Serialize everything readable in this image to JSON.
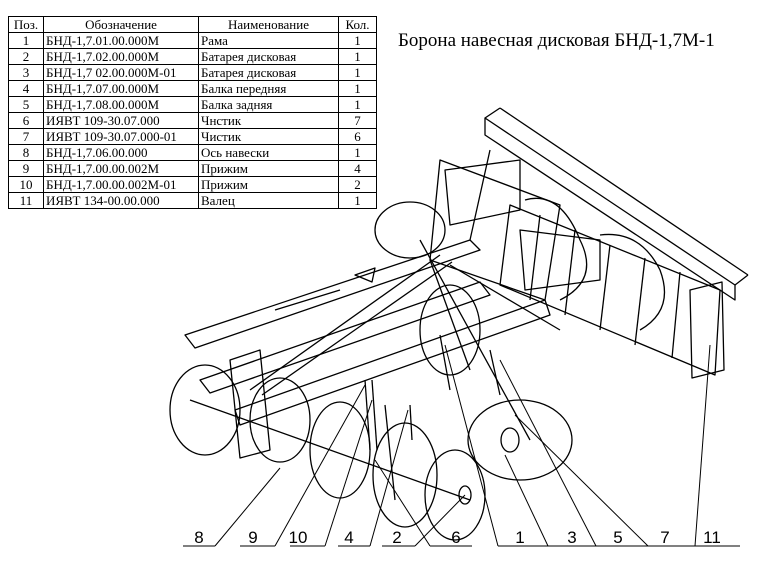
{
  "title": "Борона навесная дисковая БНД-1,7М-1",
  "table": {
    "headers": [
      "Поз.",
      "Обозначение",
      "Наименование",
      "Кол."
    ],
    "rows": [
      [
        "1",
        "БНД-1,7.01.00.000М",
        "Рама",
        "1"
      ],
      [
        "2",
        "БНД-1,7.02.00.000М",
        "Батарея дисковая",
        "1"
      ],
      [
        "3",
        "БНД-1,7 02.00.000М-01",
        "Батарея дисковая",
        "1"
      ],
      [
        "4",
        "БНД-1,7.07.00.000М",
        "Балка передняя",
        "1"
      ],
      [
        "5",
        "БНД-1,7.08.00.000М",
        "Балка задняя",
        "1"
      ],
      [
        "6",
        "ИЯВТ 109-30.07.000",
        "Чнстик",
        "7"
      ],
      [
        "7",
        "ИЯВТ 109-30.07.000-01",
        "Чистик",
        "6"
      ],
      [
        "8",
        "БНД-1,7.06.00.000",
        "Ось навески",
        "1"
      ],
      [
        "9",
        "БНД-1,7.00.00.002М",
        "Прижим",
        "4"
      ],
      [
        "10",
        "БНД-1,7.00.00.002М-01",
        "Прижим",
        "2"
      ],
      [
        "11",
        "ИЯВТ 134-00.00.000",
        "Валец",
        "1"
      ]
    ]
  },
  "callouts": [
    "8",
    "9",
    "10",
    "4",
    "2",
    "6",
    "1",
    "3",
    "5",
    "7",
    "11"
  ]
}
